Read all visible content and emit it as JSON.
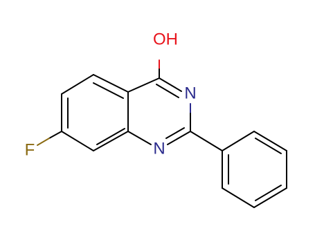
{
  "molecule": {
    "atoms": {
      "oh": {
        "label": "OH",
        "color": "#e8141c"
      },
      "n3": {
        "label": "N",
        "color": "#2a2a8c"
      },
      "n1": {
        "label": "N",
        "color": "#2a2a8c"
      },
      "f": {
        "label": "F",
        "color": "#8a6a12"
      }
    },
    "bond_color": "#000000"
  }
}
